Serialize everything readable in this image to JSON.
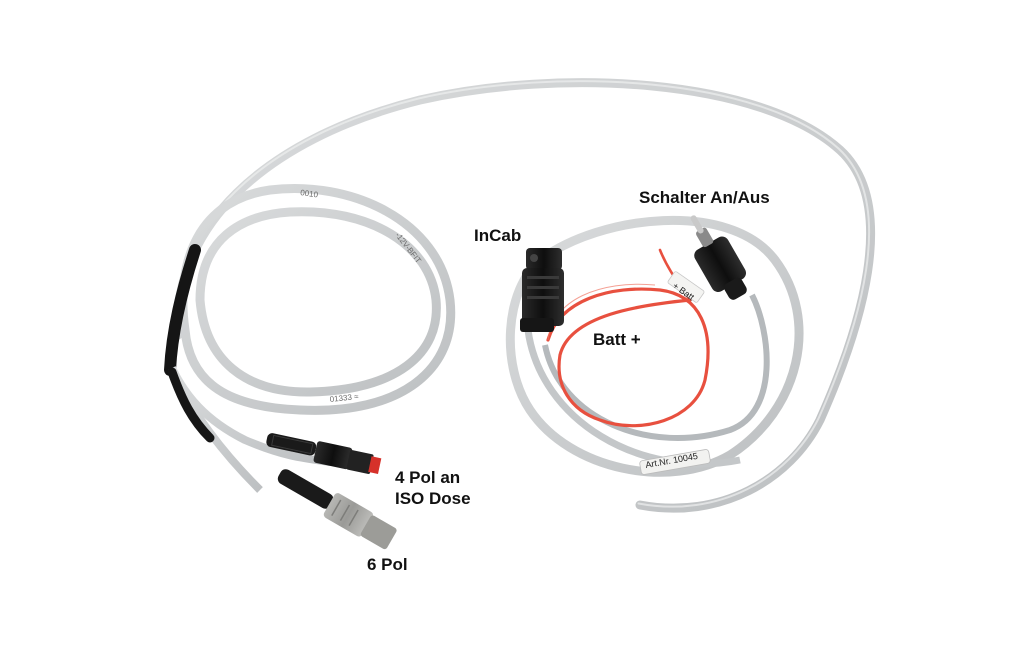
{
  "labels": {
    "switch": "Schalter An/Aus",
    "incab": "InCab",
    "batt": "Batt +",
    "pol4_line1": "4 Pol an",
    "pol4_line2": "ISO Dose",
    "pol6": "6 Pol"
  },
  "cable_tags": {
    "red_wire_tag": "+ Batt",
    "sleeve_marking": "Art.Nr. 10045"
  },
  "colors": {
    "background": "#ffffff",
    "cable_grey": "#cfd2d3",
    "wire_red": "#e8503f",
    "connector_black": "#1c1c1c",
    "connector_grey": "#a9a9a6",
    "seal_red": "#d6312a",
    "label_text": "#111111"
  }
}
